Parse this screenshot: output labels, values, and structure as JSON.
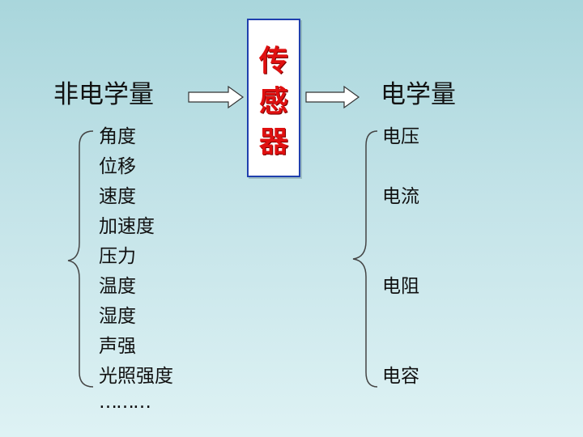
{
  "diagram": {
    "input_label": "非电学量",
    "output_label": "电学量",
    "sensor_chars": [
      "传",
      "感",
      "器"
    ],
    "non_electrical_items": [
      "角度",
      "位移",
      "速度",
      "加速度",
      "压力",
      "温度",
      "湿度",
      "声强",
      "光照强度",
      "………"
    ],
    "electrical_items": [
      "电压",
      "电流",
      "电阻",
      "电容"
    ]
  },
  "colors": {
    "sensor_text": "#e01010",
    "sensor_border": "#1f3fae",
    "background_top": "#a9d6dc",
    "background_bottom": "#def2f4"
  }
}
